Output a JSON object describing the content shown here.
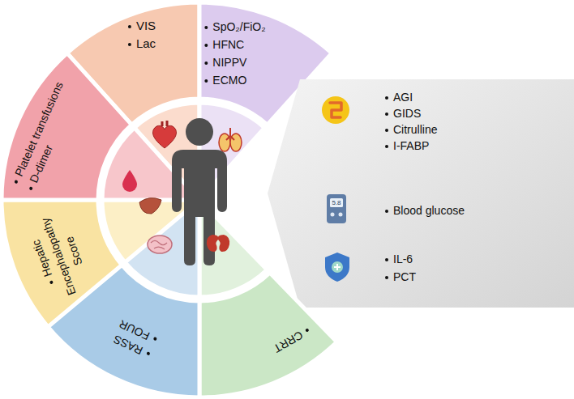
{
  "diagram": {
    "nodes": [
      {
        "text": [
          "VIS",
          "Lac"
        ]
      },
      {
        "text": [
          "SpO₂/FiO₂",
          "HFNC",
          "NIPPV",
          "ECMO"
        ]
      },
      {
        "text": [
          "AGI",
          "GIDS",
          "Citrulline",
          "I-FABP",
          "Blood glucose",
          "IL-6",
          "PCT"
        ]
      },
      {
        "text": [
          "CRRT"
        ]
      },
      {
        "text": [
          "RASS",
          "FOUR"
        ]
      },
      {
        "text": [
          "Hepatic Encephalopathy Score"
        ]
      },
      {
        "text": [
          "Platelet transfusions",
          "D-dimer"
        ]
      }
    ],
    "labels": [
      "5.8"
    ]
  }
}
